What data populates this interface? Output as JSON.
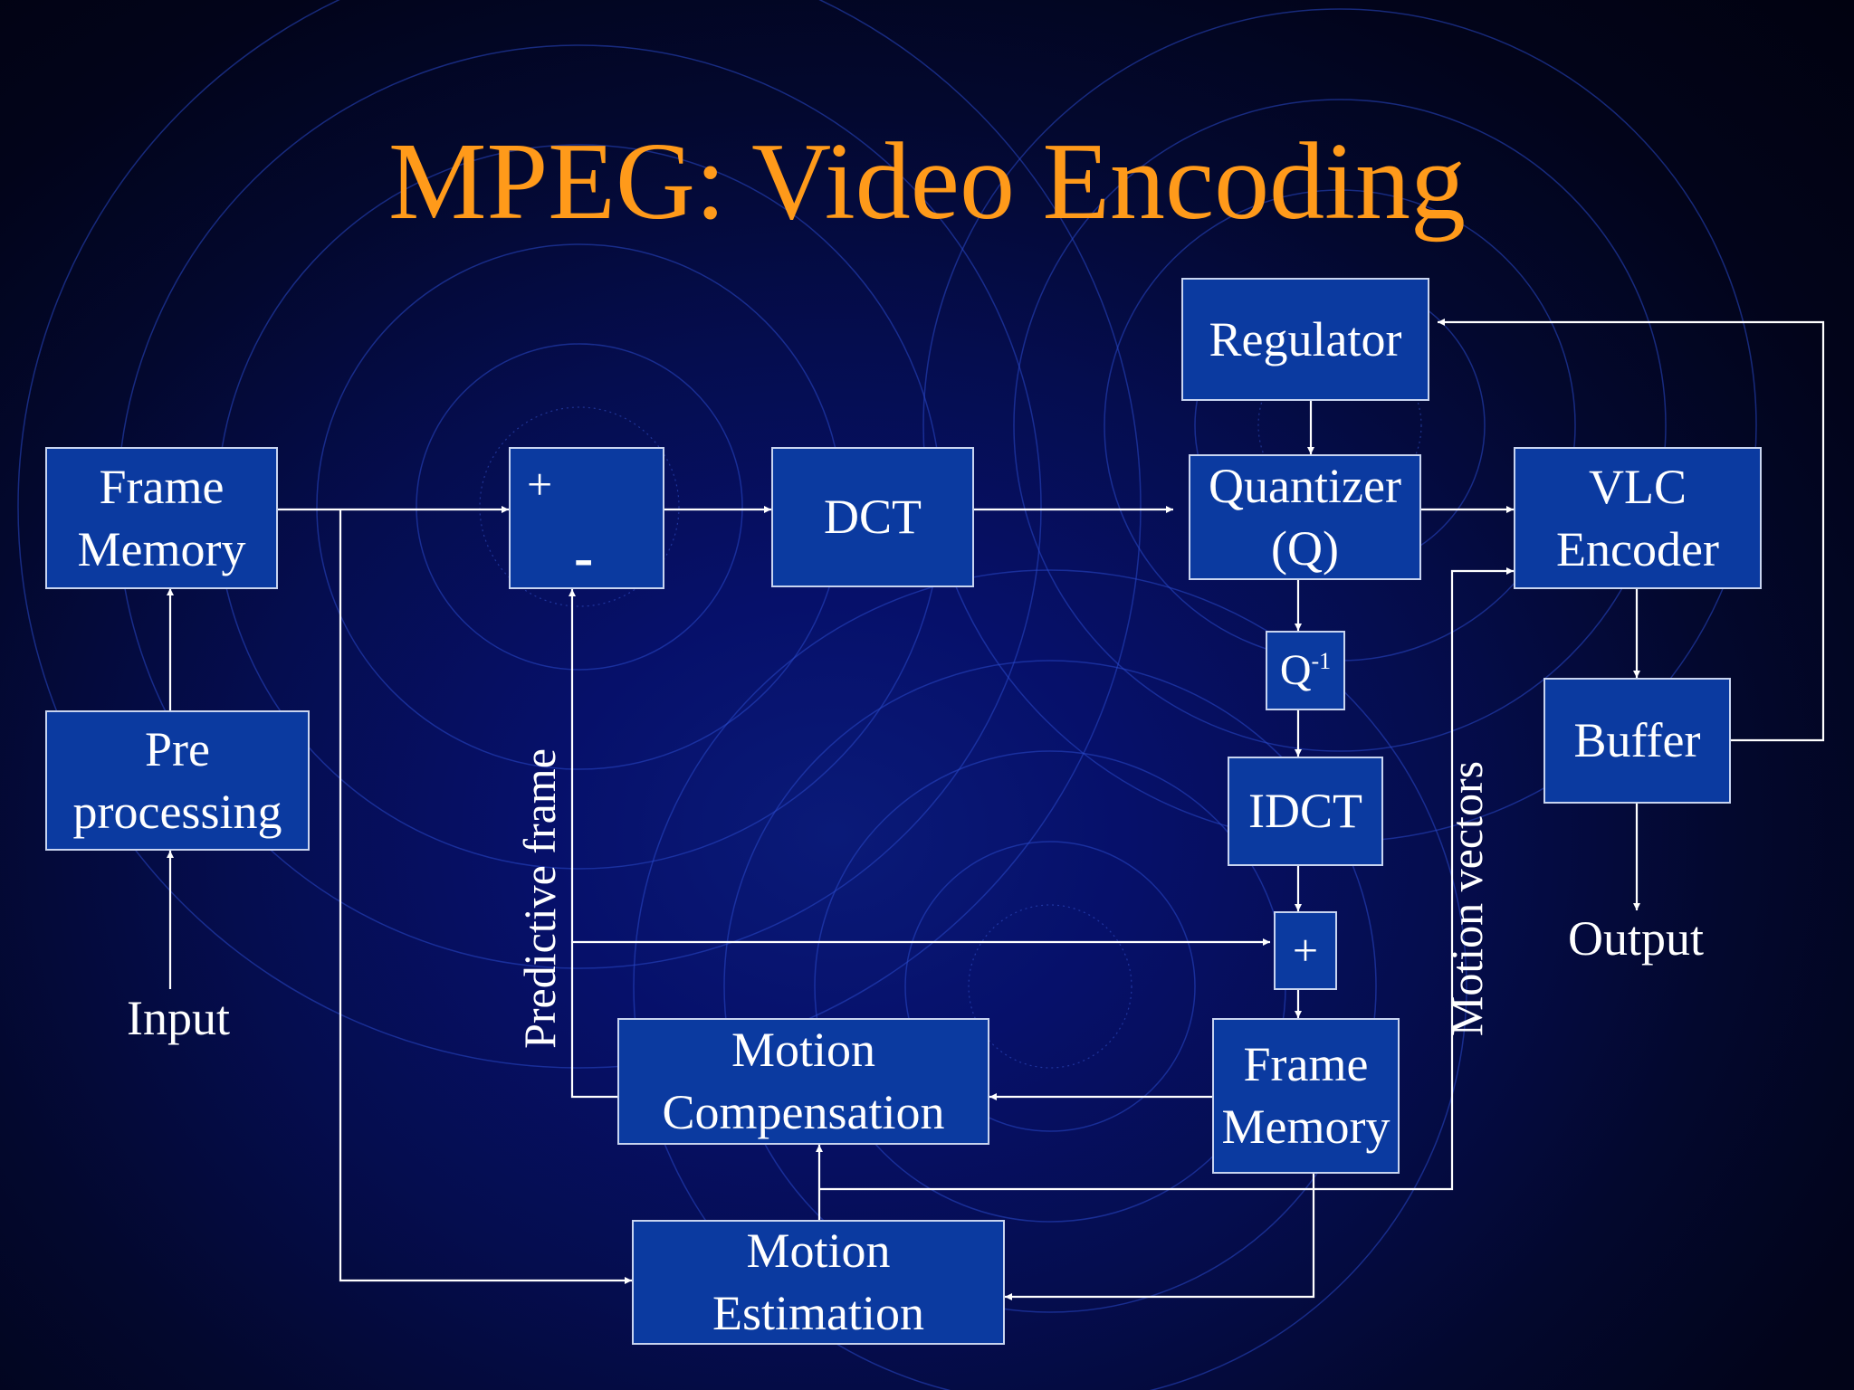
{
  "slide": {
    "title": "MPEG: Video Encoding"
  },
  "blocks": {
    "frame_memory_1": [
      "Frame",
      "Memory"
    ],
    "pre_processing": [
      "Pre",
      "processing"
    ],
    "sum_plus": "+",
    "sum_minus": "-",
    "dct": "DCT",
    "regulator": "Regulator",
    "quantizer": [
      "Quantizer",
      "(Q)"
    ],
    "inverse_quantizer": "Q",
    "inverse_quantizer_sup": "-1",
    "idct": "IDCT",
    "adder": "+",
    "vlc_encoder": [
      "VLC",
      "Encoder"
    ],
    "buffer": "Buffer",
    "frame_memory_2": [
      "Frame",
      "Memory"
    ],
    "motion_compensation": [
      "Motion",
      "Compensation"
    ],
    "motion_estimation": [
      "Motion",
      "Estimation"
    ]
  },
  "labels": {
    "input": "Input",
    "output": "Output",
    "predictive_frame": "Predictive frame",
    "motion_vectors": "Motion vectors"
  },
  "colors": {
    "title": "#ff9a1a",
    "block_fill": "#0b3aa0",
    "block_border": "#c8d4f0",
    "line": "#ffffff"
  }
}
